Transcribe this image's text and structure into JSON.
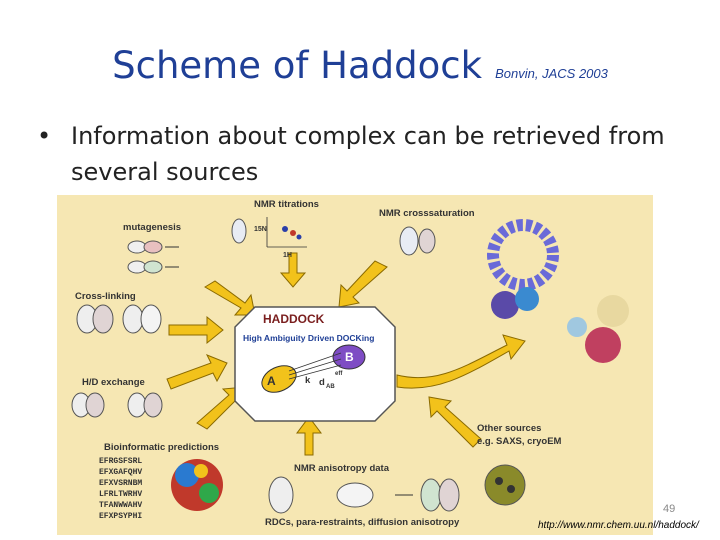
{
  "slide": {
    "title": "Scheme of Haddock",
    "citation": "Bonvin, JACS 2003",
    "bullet": "Information about complex can be retrieved from several sources",
    "page_number": "49",
    "url": "http://www.nmr.chem.uu.nl/haddock/"
  },
  "figure": {
    "nmr_titrations": "NMR titrations",
    "mutagenesis": "mutagenesis",
    "nmr_crosssaturation": "NMR crosssaturation",
    "cross_linking": "Cross-linking",
    "haddock": "HADDOCK",
    "haddock_subtitle": "High Ambiguity Driven DOCKing",
    "hd_exchange": "H/D exchange",
    "bioinformatic_predictions": "Bioinformatic predictions",
    "other_sources": "Other sources",
    "other_sources_examples": "e.g. SAXS, cryoEM",
    "nmr_anisotropy": "NMR anisotropy data",
    "anisotropy_footer": "RDCs, para-restraints, diffusion anisotropy",
    "sequences": [
      "EFRGSFSRL",
      "EFXGAFQHV",
      "EFXVSRNBM",
      "LFRLTWRHV",
      "TFANWWAHV",
      "EFXPSYPHI"
    ],
    "axis_15n": "15N",
    "axis_1h": "1H",
    "label_a": "A",
    "label_b": "B",
    "label_k": "k",
    "label_dab": "d",
    "label_dab_sub": "AB",
    "label_eff": "eff"
  }
}
